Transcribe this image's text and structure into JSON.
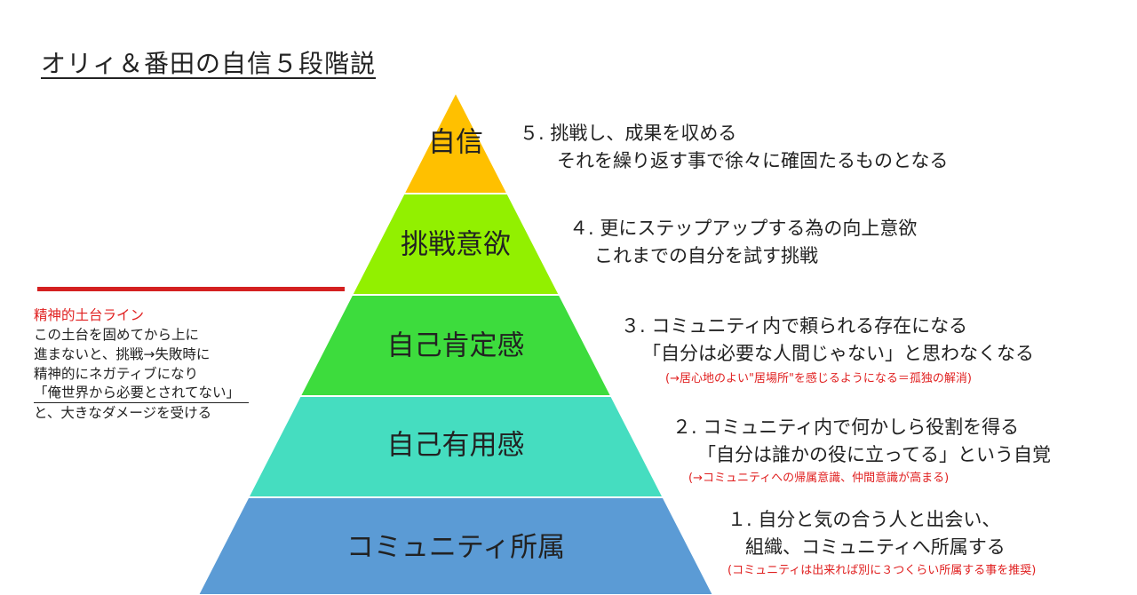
{
  "title": "オリィ＆番田の自信５段階説",
  "levels": [
    {
      "label": "自信",
      "color": "#ffc000",
      "desc_line1": "５. 挑戦し、成果を収める",
      "desc_line2": "それを繰り返す事で徐々に確固たるものとなる",
      "note": ""
    },
    {
      "label": "挑戦意欲",
      "color": "#92f000",
      "desc_line1": "４. 更にステップアップする為の向上意欲",
      "desc_line2": "これまでの自分を試す挑戦",
      "note": ""
    },
    {
      "label": "自己肯定感",
      "color": "#3ddc3d",
      "desc_line1": "３. コミュニティ内で頼られる存在になる",
      "desc_line2": "「自分は必要な人間じゃない」と思わなくなる",
      "note": "(→居心地のよい\"居場所\"を感じるようになる＝孤独の解消)"
    },
    {
      "label": "自己有用感",
      "color": "#45ddc0",
      "desc_line1": "２. コミュニティ内で何かしら役割を得る",
      "desc_line2": "「自分は誰かの役に立ってる」という自覚",
      "note": "(→コミュニティへの帰属意識、仲間意識が高まる)"
    },
    {
      "label": "コミュニティ所属",
      "color": "#5b9bd5",
      "desc_line1": "１. 自分と気の合う人と出会い、",
      "desc_line2": "組織、コミュニティへ所属する",
      "note": "(コミュニティは出来れば別に３つくらい所属する事を推奨)"
    }
  ],
  "foundation": {
    "title": "精神的土台ライン",
    "line_color": "#d42020",
    "lines": [
      "この土台を固めてから上に",
      "進まないと、挑戦→失敗時に",
      "精神的にネガティブになり",
      "「俺世界から必要とされてない」",
      "と、大きなダメージを受ける"
    ]
  }
}
